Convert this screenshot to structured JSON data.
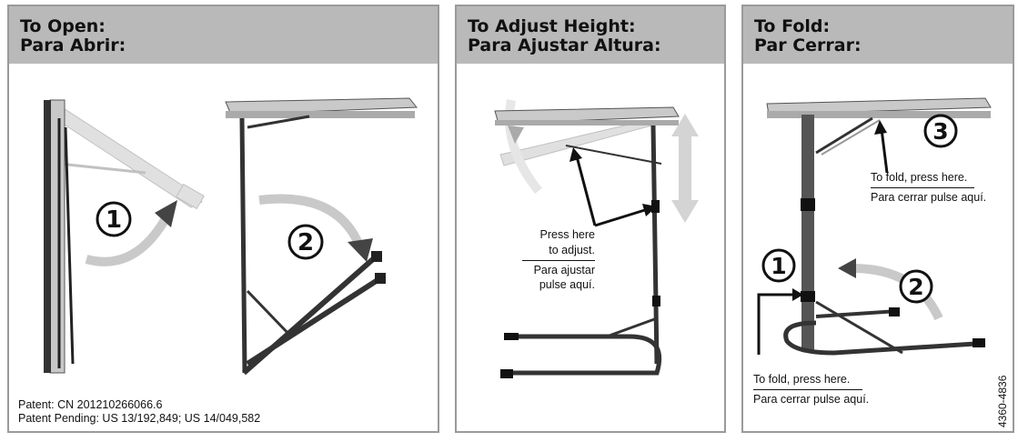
{
  "panels": {
    "open": {
      "title_en": "To Open:",
      "title_es": "Para Abrir:",
      "steps": [
        "1",
        "2"
      ],
      "patent_1": "Patent: CN 201210266066.6",
      "patent_2": "Patent Pending: US 13/192,849; US 14/049,582"
    },
    "adjust": {
      "title_en": "To Adjust Height:",
      "title_es": "Para Ajustar Altura:",
      "press_1": "Press here",
      "press_2": "to adjust.",
      "para_1": "Para ajustar",
      "para_2": "pulse aquí."
    },
    "fold": {
      "title_en": "To Fold:",
      "title_es": "Par Cerrar:",
      "steps": [
        "1",
        "2",
        "3"
      ],
      "top_en": "To fold, press here.",
      "top_es": "Para cerrar pulse aquí.",
      "bottom_en": "To fold, press here.",
      "bottom_es": "Para cerrar pulse aquí.",
      "code": "4360-4836"
    }
  }
}
